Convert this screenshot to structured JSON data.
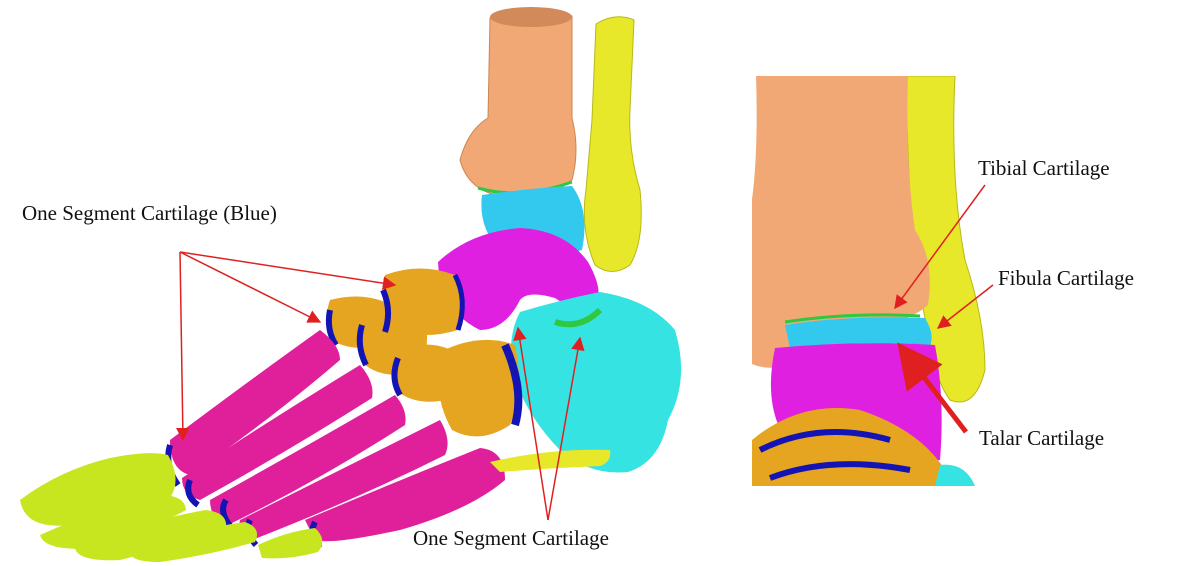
{
  "labels": {
    "one_segment_blue": "One Segment Cartilage (Blue)",
    "one_segment": "One Segment Cartilage",
    "tibial": "Tibial Cartilage",
    "fibula": "Fibula Cartilage",
    "talar": "Talar Cartilage"
  },
  "colors": {
    "tibia": "#f2a875",
    "fibula": "#e8e82a",
    "talus_cartilage": "#33c8ee",
    "talus": "#e020e0",
    "navicular_cuneiform": "#e6a520",
    "metatarsal": "#e0209a",
    "phalanx": "#c8e620",
    "calcaneus": "#35e3e3",
    "blue_cartilage": "#1414b4",
    "green_cartilage": "#30c840",
    "arrow": "#e02020"
  }
}
